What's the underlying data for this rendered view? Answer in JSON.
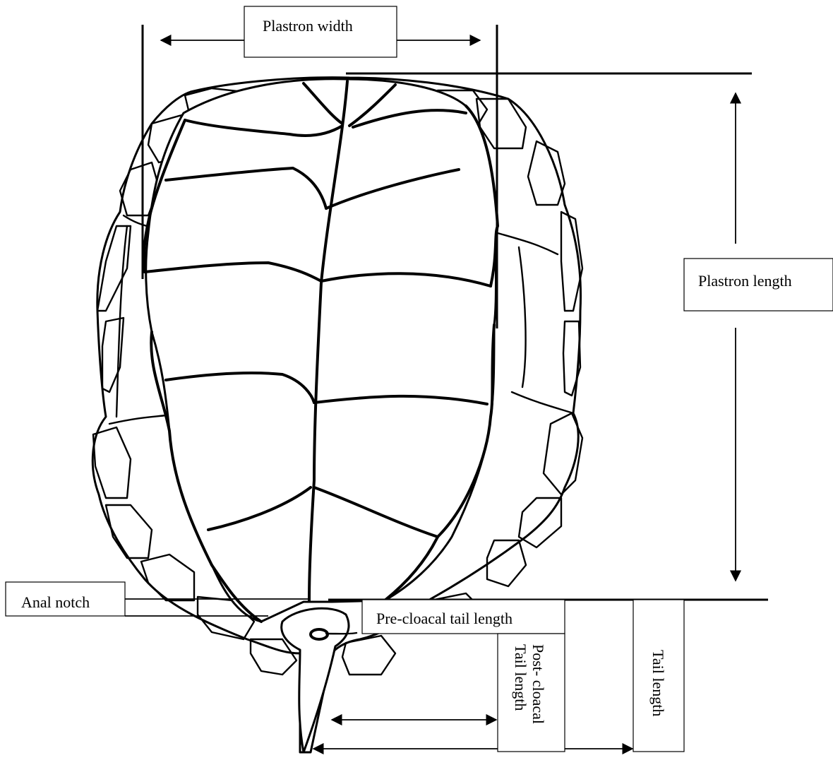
{
  "labels": {
    "plastron_width": "Plastron width",
    "plastron_length": "Plastron length",
    "anal_notch": "Anal notch",
    "pre_cloacal_tail_length": "Pre-cloacal tail length",
    "post_cloacal_line1": "Post- cloacal",
    "post_cloacal_line2": "Tail length",
    "tail_length": "Tail length"
  },
  "colors": {
    "ink": "#000000",
    "paper": "#ffffff"
  }
}
